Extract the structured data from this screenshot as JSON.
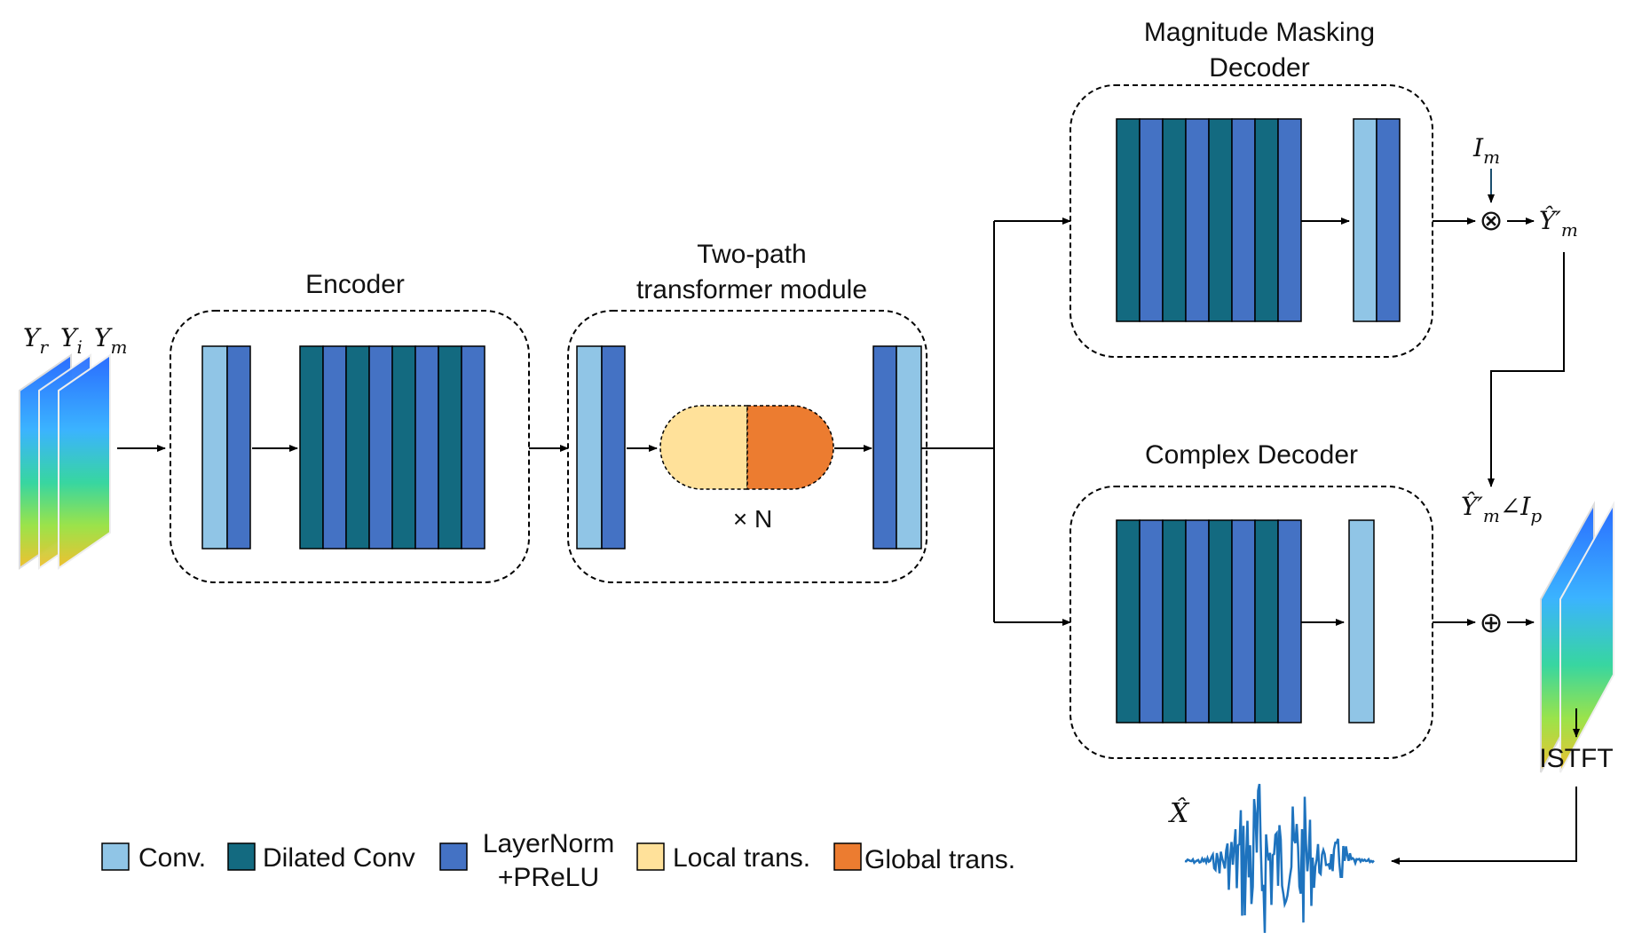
{
  "colors": {
    "conv": "#90c5e6",
    "dilated_conv": "#136a80",
    "layernorm_prelu": "#4472c4",
    "local_trans": "#ffe19a",
    "global_trans": "#ec7c30",
    "line": "#000000",
    "waveform": "#1e73be"
  },
  "labels": {
    "encoder": "Encoder",
    "tpt_line1": "Two-path",
    "tpt_line2": "transformer module",
    "repeat": "× N",
    "mag_line1": "Magnitude Masking",
    "mag_line2": "Decoder",
    "complex": "Complex Decoder",
    "istft": "ISTFT",
    "otimes": "⊗",
    "oplus": "⊕"
  },
  "math": {
    "yr": "Y",
    "yr_sub": "r",
    "yi": "Y",
    "yi_sub": "i",
    "ym": "Y",
    "ym_sub": "m",
    "im": "I",
    "im_sub": "m",
    "ym_hat": "Ŷ′",
    "ym_hat_sub": "m",
    "ymhat_phase": "Ŷ′",
    "ymhat_phase_sub": "m",
    "ymhat_phase_mid": "∠I",
    "ymhat_phase_sub2": "p",
    "xhat": "X̂"
  },
  "legend": [
    {
      "key": "conv",
      "label": "Conv."
    },
    {
      "key": "dilated_conv",
      "label": "Dilated Conv"
    },
    {
      "key": "layernorm_prelu",
      "label": "LayerNorm",
      "label2": "+PReLU"
    },
    {
      "key": "local_trans",
      "label": "Local trans."
    },
    {
      "key": "global_trans",
      "label": "Global trans."
    }
  ]
}
